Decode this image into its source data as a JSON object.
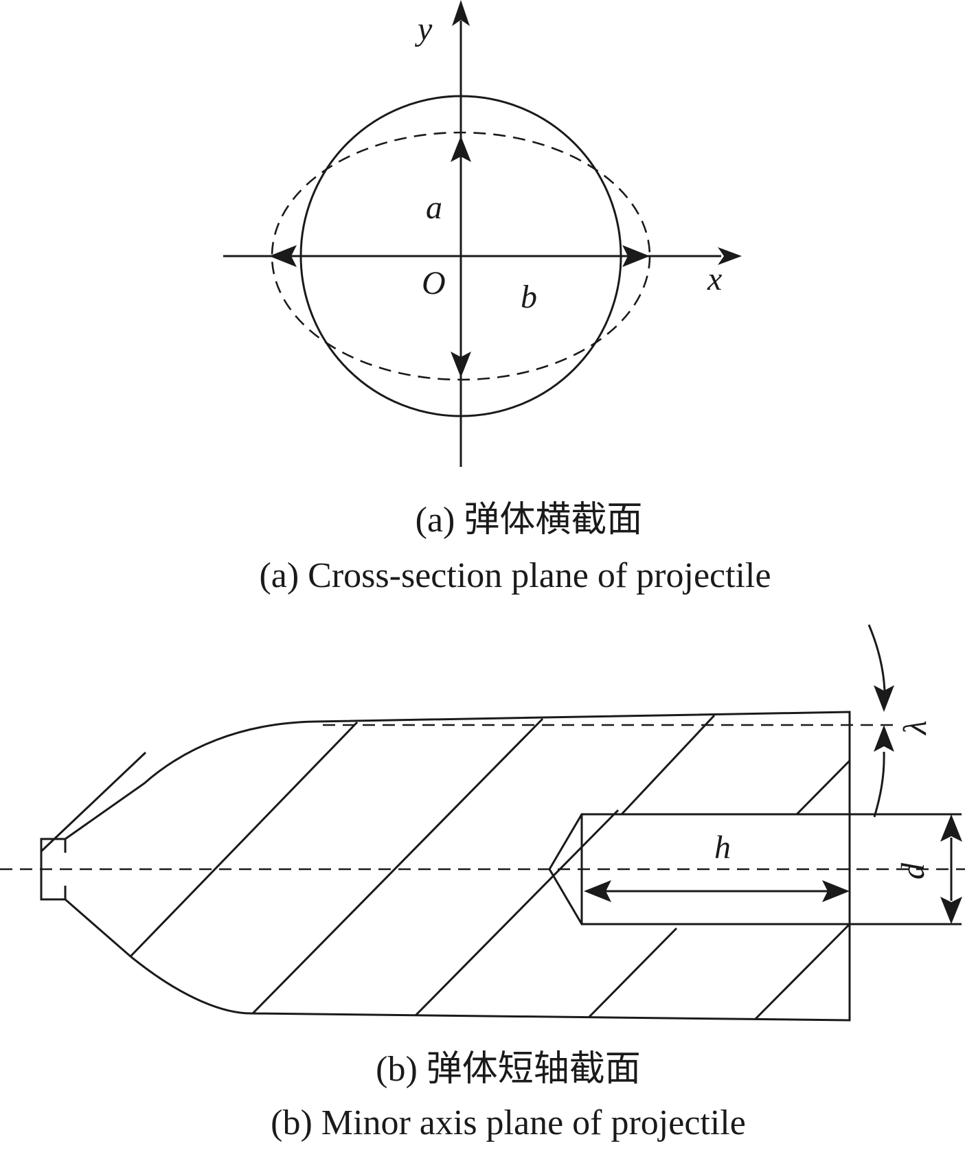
{
  "panel_a": {
    "labels": {
      "y_axis": "y",
      "x_axis": "x",
      "origin": "O",
      "semi_axis_a": "a",
      "semi_axis_b": "b"
    },
    "caption_cn": "(a) 弹体横截面",
    "caption_en": "(a) Cross-section plane of projectile"
  },
  "panel_b": {
    "labels": {
      "lambda": "λ",
      "h": "h",
      "d": "d"
    },
    "caption_cn": "(b) 弹体短轴截面",
    "caption_en": "(b) Minor axis plane of projectile"
  },
  "colors": {
    "ink": "#1a1a1a",
    "background": "#ffffff"
  }
}
